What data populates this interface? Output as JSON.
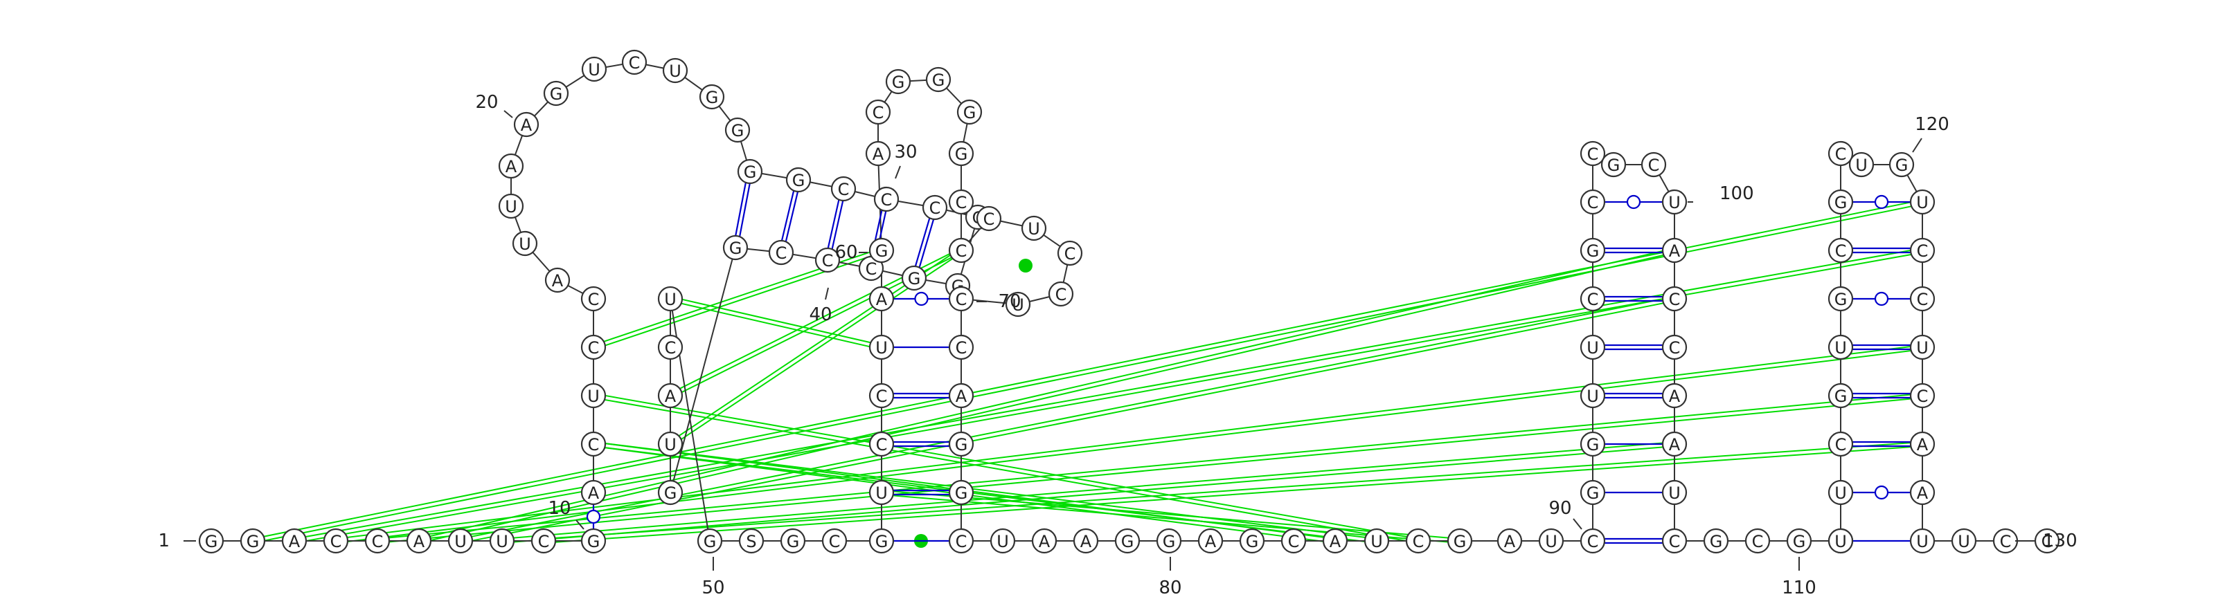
{
  "rna": {
    "numbering": [
      "1",
      "10",
      "20",
      "30",
      "40",
      "50",
      "60",
      "70",
      "80",
      "90",
      "100",
      "110",
      "120",
      "130"
    ],
    "nucleotides": [
      "G",
      "G",
      "A",
      "C",
      "C",
      "A",
      "U",
      "U",
      "C",
      "G",
      "A",
      "C",
      "U",
      "C",
      "C",
      "A",
      "U",
      "U",
      "A",
      "A",
      "G",
      "U",
      "C",
      "U",
      "G",
      "G",
      "G",
      "G",
      "C",
      "C",
      "C",
      "C",
      "G",
      "G",
      "C",
      "C",
      "C",
      "G",
      "G",
      "U",
      "A",
      "C",
      "U",
      "G",
      "S",
      "G",
      "C",
      "G",
      "U",
      "C",
      "C",
      "U",
      "A",
      "G",
      "A",
      "C",
      "G",
      "G",
      "G",
      "G",
      "C",
      "C",
      "C",
      "U",
      "C",
      "C",
      "U",
      "C",
      "C",
      "A",
      "G",
      "G",
      "C",
      "U",
      "A",
      "A",
      "G",
      "G",
      "A",
      "G",
      "C",
      "A",
      "U",
      "C",
      "G",
      "A",
      "U",
      "C",
      "G",
      "G",
      "U",
      "U",
      "C",
      "G",
      "C",
      "C",
      "G",
      "C",
      "U",
      "A",
      "C",
      "C",
      "A",
      "A",
      "U",
      "C",
      "G",
      "C",
      "G",
      "C",
      "U",
      "U",
      "C",
      "G",
      "U",
      "G",
      "C",
      "G",
      "C",
      "U",
      "G",
      "U",
      "C",
      "C",
      "U",
      "C",
      "A",
      "A",
      "U",
      "U",
      "C",
      "C"
    ]
  },
  "colors": {
    "backbone": "#333333",
    "canonical_pair": "#0000cc",
    "pseudoknot": "#00dd00"
  }
}
